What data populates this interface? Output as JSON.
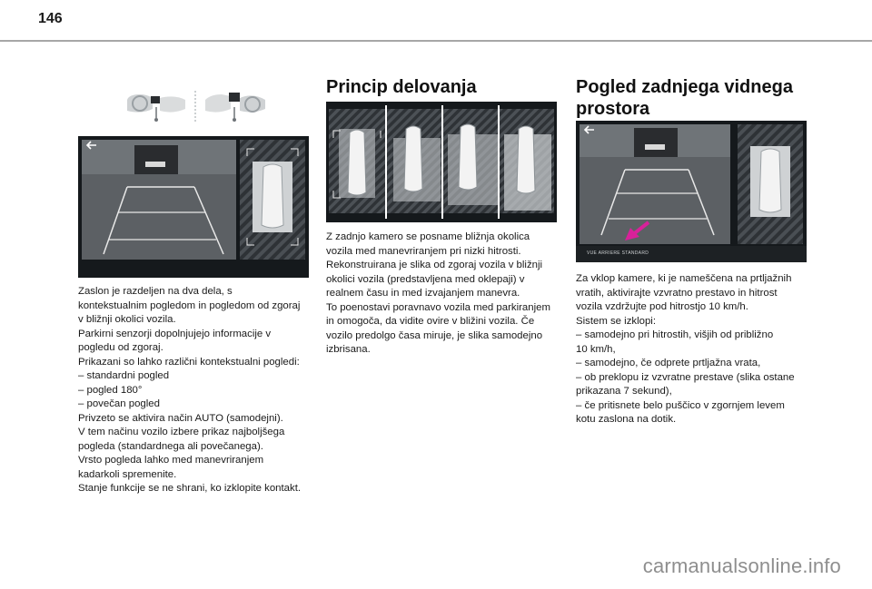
{
  "page": {
    "number": "146"
  },
  "col1": {
    "lines": [
      "Zaslon je razdeljen na dva dela, s",
      "kontekstualnim pogledom in pogledom od zgoraj",
      "v bližnji okolici vozila.",
      "Parkirni senzorji dopolnjujejo informacije v",
      "pogledu od zgoraj.",
      "Prikazani so lahko različni kontekstualni pogledi:",
      "–  standardni pogled",
      "–  pogled 180°",
      "–  povečan pogled",
      "Privzeto se aktivira način AUTO (samodejni).",
      "V tem načinu vozilo izbere prikaz najboljšega",
      "pogleda (standardnega ali povečanega).",
      "Vrsto pogleda lahko med manevriranjem",
      "kadarkoli spremenite.",
      "Stanje funkcije se ne shrani, ko izklopite kontakt."
    ]
  },
  "col2": {
    "heading": "Princip delovanja",
    "lines": [
      "Z zadnjo kamero se posname bližnja okolica",
      "vozila med manevriranjem pri nizki hitrosti.",
      "Rekonstruirana je slika od zgoraj vozila v bližnji",
      "okolici vozila (predstavljena med oklepaji) v",
      "realnem času in med izvajanjem manevra.",
      "To poenostavi poravnavo vozila med parkiranjem",
      "in omogoča, da vidite ovire v bližini vozila. Če",
      "vozilo predolgo časa miruje, je slika samodejno",
      "izbrisana."
    ]
  },
  "col3": {
    "heading_line1": "Pogled zadnjega vidnega",
    "heading_line2": "prostora",
    "overlay_label": "VUE ARRIERE STANDARD",
    "lines": [
      "Za vklop kamere, ki je nameščena na prtljažnih",
      "vratih, aktivirajte vzvratno prestavo in hitrost",
      "vozila vzdržujte pod hitrostjo 10 km/h.",
      "Sistem se izklopi:",
      "–  samodejno pri hitrostih, višjih od približno",
      "10 km/h,",
      "–  samodejno, če odprete prtljažna vrata,",
      "–  ob preklopu iz vzvratne prestave (slika ostane",
      "prikazana 7 sekund),",
      "–  če pritisnete belo puščico v zgornjem levem",
      "kotu zaslona na dotik."
    ]
  },
  "icons": {
    "back": "back-arrow-icon",
    "steering": "steering-wheel-icon",
    "car": "car-top-view-icon",
    "pointer": "pointer-arrow-icon"
  },
  "colors": {
    "accent": "#d8219a",
    "hatch": "#3a3e42",
    "screen": "#15191c"
  },
  "watermark": "carmanualsonline.info"
}
